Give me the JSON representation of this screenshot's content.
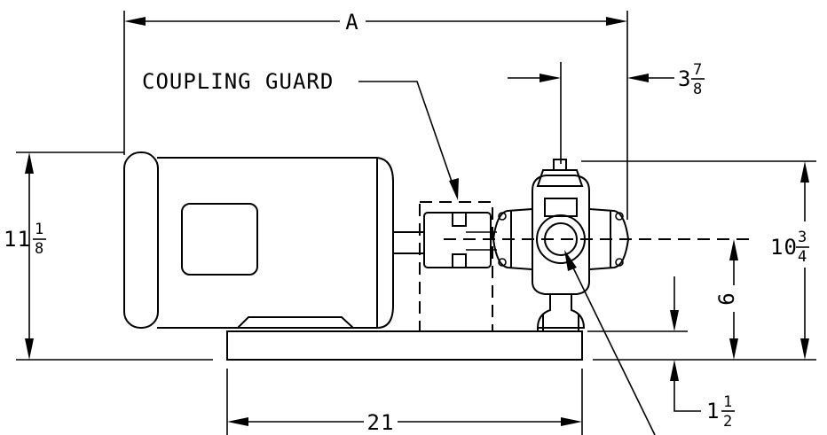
{
  "drawing": {
    "callouts": {
      "coupling_guard": "COUPLING GUARD"
    },
    "dimensions": {
      "overall_length": "A",
      "base_length": "21",
      "shaft_height": "6",
      "base_height": {
        "whole": "1",
        "num": "1",
        "den": "2"
      },
      "overall_height": {
        "whole": "11",
        "num": "1",
        "den": "8"
      },
      "pump_height": {
        "whole": "10",
        "num": "3",
        "den": "4"
      },
      "port_offset": {
        "whole": "3",
        "num": "7",
        "den": "8"
      }
    }
  }
}
